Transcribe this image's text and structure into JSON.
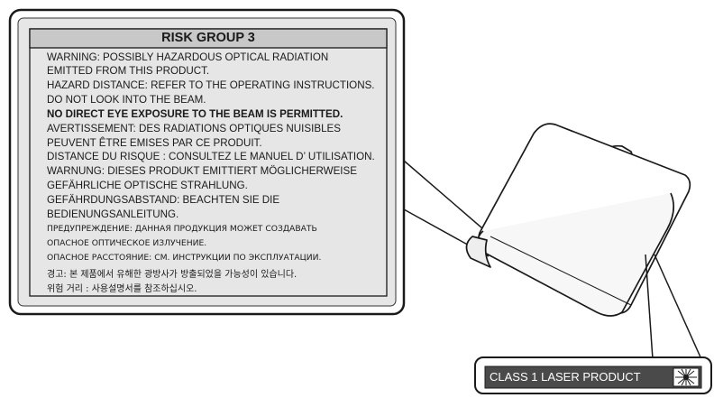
{
  "label": {
    "title": "RISK GROUP 3",
    "lines": [
      "WARNING: POSSIBLY HAZARDOUS OPTICAL RADIATION",
      "EMITTED FROM THIS PRODUCT.",
      "HAZARD DISTANCE: REFER TO THE OPERATING INSTRUCTIONS.",
      "DO NOT LOOK INTO THE BEAM.",
      "NO DIRECT EYE EXPOSURE TO THE BEAM IS PERMITTED.",
      "AVERTISSEMENT: DES RADIATIONS OPTIQUES NUISIBLES",
      "PEUVENT ÊTRE EMISES PAR CE PRODUIT.",
      "DISTANCE DU RISQUE : CONSULTEZ LE MANUEL D’ UTILISATION.",
      "WARNUNG: DIESES PRODUKT EMITTIERT MÖGLICHERWEISE",
      "GEFÄHRLICHE OPTISCHE STRAHLUNG.",
      "GEFÄHRDUNGSABSTAND: BEACHTEN SIE DIE",
      "BEDIENUNGSANLEITUNG.",
      "ПРЕДУПРЕЖДЕНИЕ: ДАННАЯ ПРОДУКЦИЯ МОЖЕТ СОЗДАВАТЬ",
      "ОПАСНОЕ ОПТИЧЕСКОЕ ИЗЛУЧЕНИЕ.",
      "ОПАСНОЕ РАССТОЯНИЕ: СМ. ИНСТРУКЦИИ ПО ЭКСПЛУАТАЦИИ.",
      "경고: 본 제품에서 유해한 광방사가 방출되었을 가능성이 있습니다.",
      "위험 거리 : 사용설명서를 참조하십시오."
    ]
  },
  "class_label": {
    "text": "CLASS 1 LASER PRODUCT",
    "icon": "laser-starburst-icon"
  },
  "colors": {
    "label_bg": "#e6e6e6",
    "title_bar": "#c8c8c8",
    "outline": "#1a1a1a",
    "projector_face": "#f7f7f7",
    "class_label_bg": "#4a4a4a"
  }
}
